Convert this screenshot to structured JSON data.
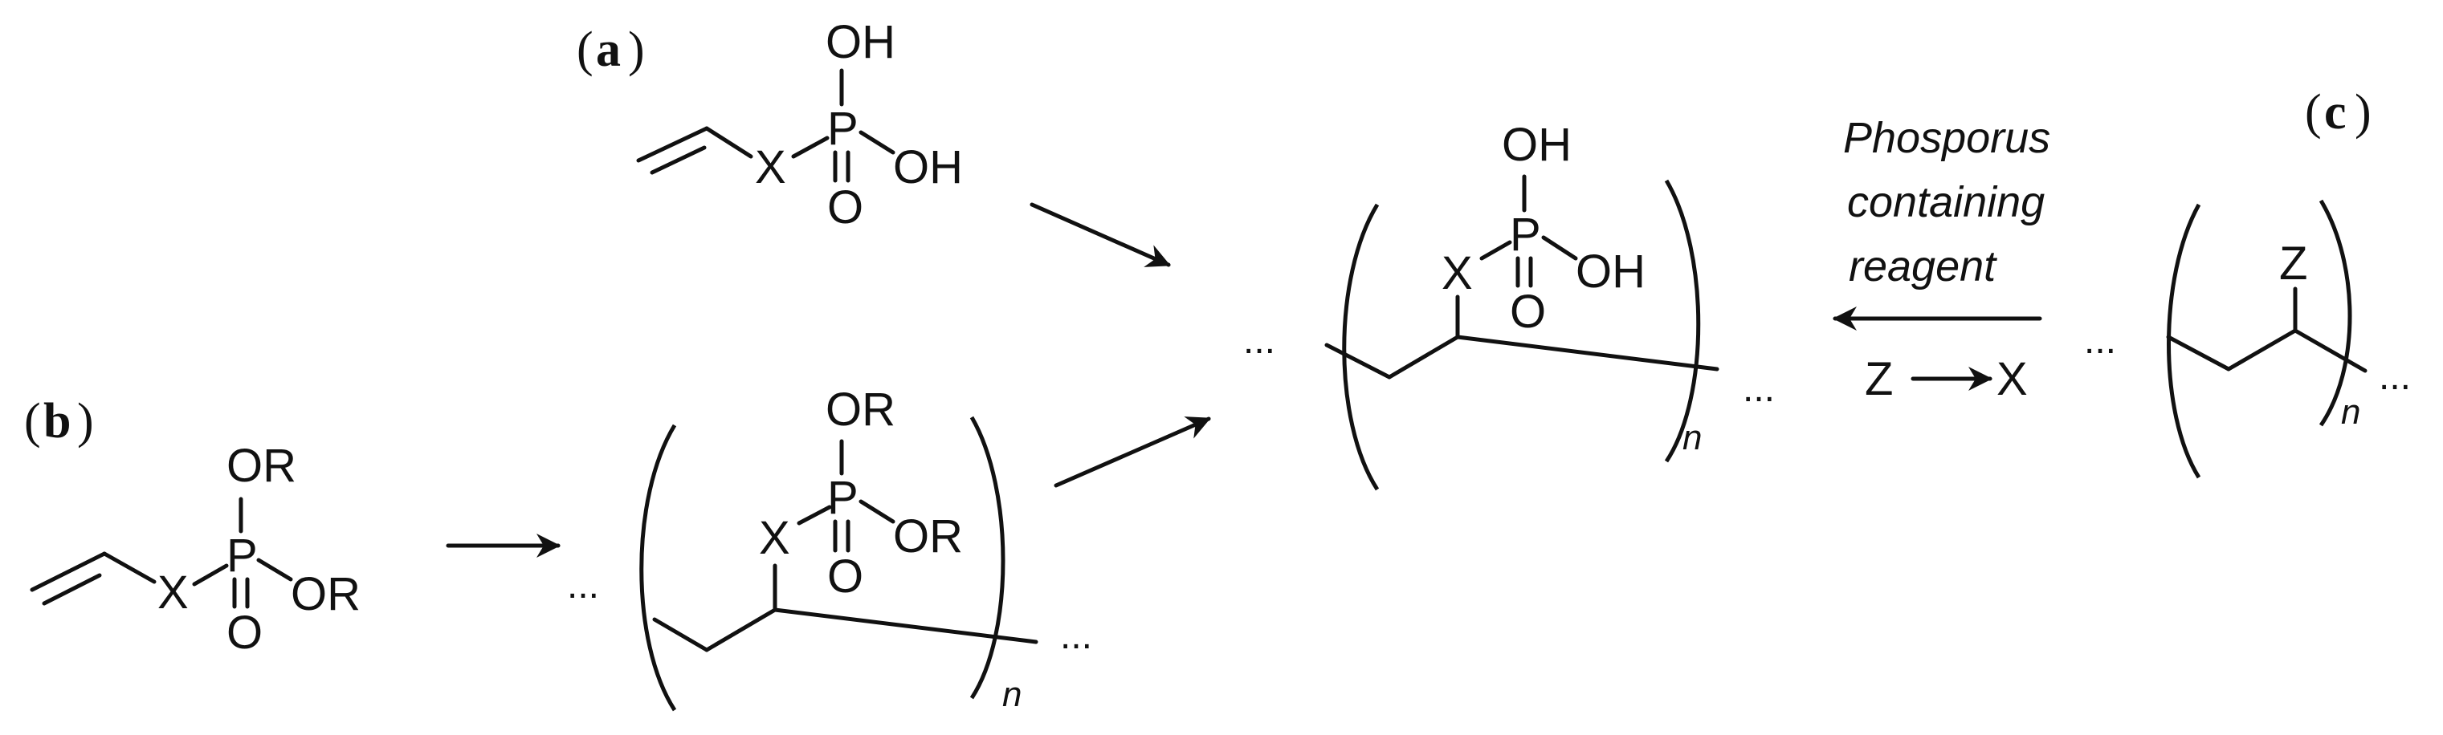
{
  "labels": {
    "a": "a",
    "b": "b",
    "c": "c"
  },
  "atoms": {
    "oh": "OH",
    "o": "O",
    "p": "P",
    "x": "X",
    "z": "Z",
    "or": "OR"
  },
  "polymer": {
    "repeat": "n",
    "chain_end": "..."
  },
  "conversion": {
    "reagent_line1": "Phosporus",
    "reagent_line2": "containing",
    "reagent_line3": "reagent",
    "from": "Z",
    "to": "X"
  },
  "colors": {
    "ink": "#111111",
    "background": "#ffffff"
  }
}
